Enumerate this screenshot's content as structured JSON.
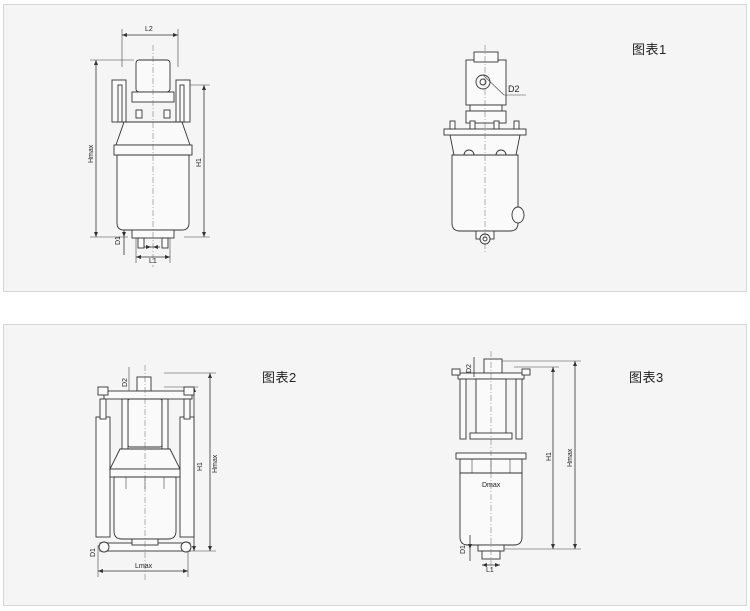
{
  "figures": {
    "fig1": {
      "label": "图表1"
    },
    "fig2": {
      "label": "图表2"
    },
    "fig3": {
      "label": "图表3"
    }
  },
  "dims": {
    "fig1": {
      "l2": "L2",
      "hmax": "Hmax",
      "h1": "H1",
      "d1": "D1",
      "l1": "L1",
      "d2": "D2"
    },
    "fig2": {
      "hmax": "Hmax",
      "h1": "H1",
      "lmax": "Lmax",
      "d2": "D2",
      "d1": "D1"
    },
    "fig3": {
      "hmax": "Hmax",
      "h1": "H1",
      "dmax": "Dmax",
      "d1": "D1",
      "d2": "D2",
      "l1": "L1"
    }
  }
}
